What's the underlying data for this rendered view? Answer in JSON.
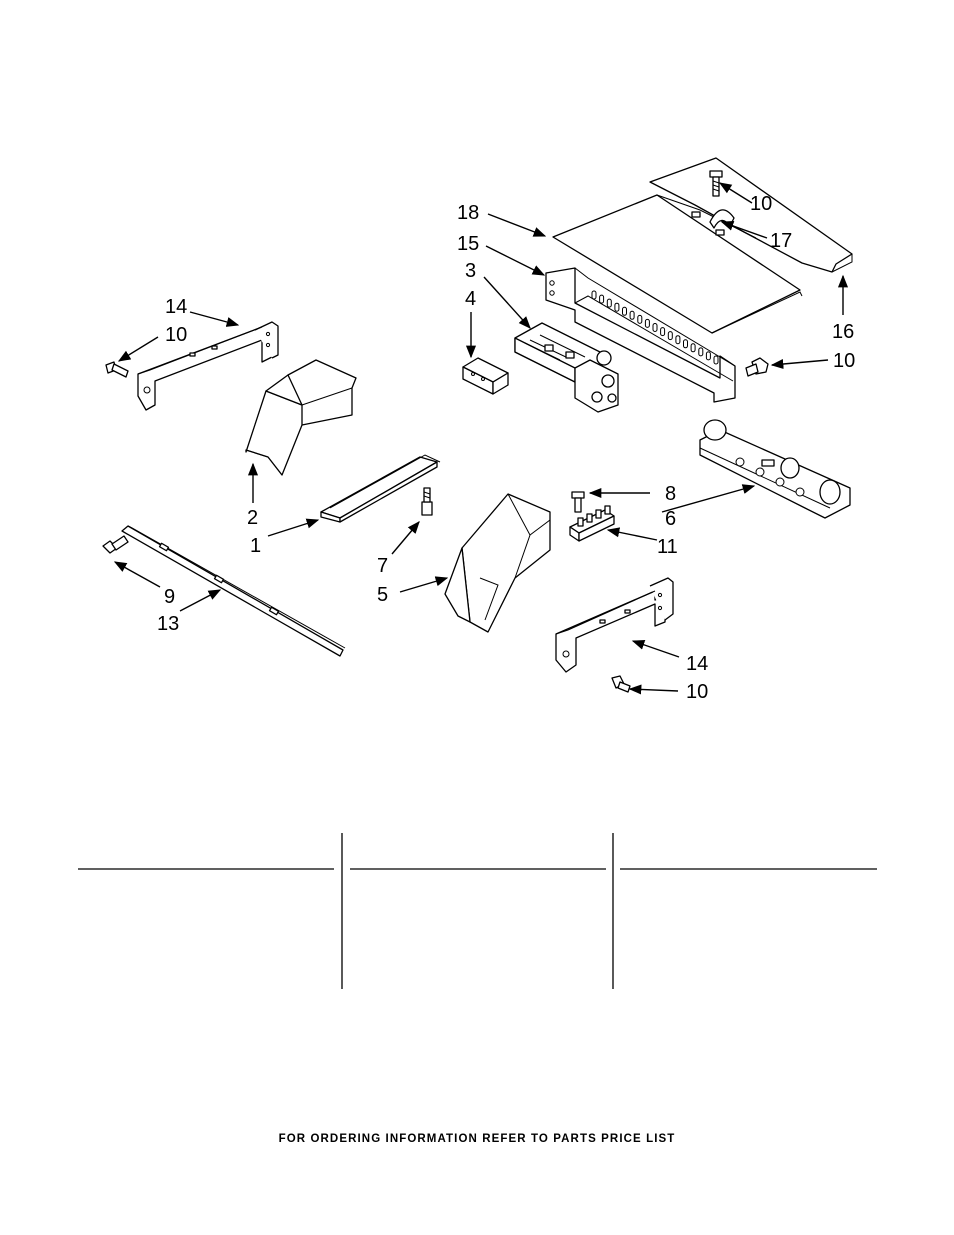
{
  "diagram": {
    "callouts": {
      "c1": "1",
      "c2": "2",
      "c3": "3",
      "c4": "4",
      "c5": "5",
      "c6": "6",
      "c7": "7",
      "c8": "8",
      "c9": "9",
      "c10a": "10",
      "c10b": "10",
      "c10c": "10",
      "c10d": "10",
      "c11": "11",
      "c13": "13",
      "c14a": "14",
      "c14b": "14",
      "c15": "15",
      "c16": "16",
      "c17": "17",
      "c18": "18"
    }
  },
  "footer": {
    "text": "FOR ORDERING INFORMATION REFER TO PARTS PRICE LIST"
  }
}
